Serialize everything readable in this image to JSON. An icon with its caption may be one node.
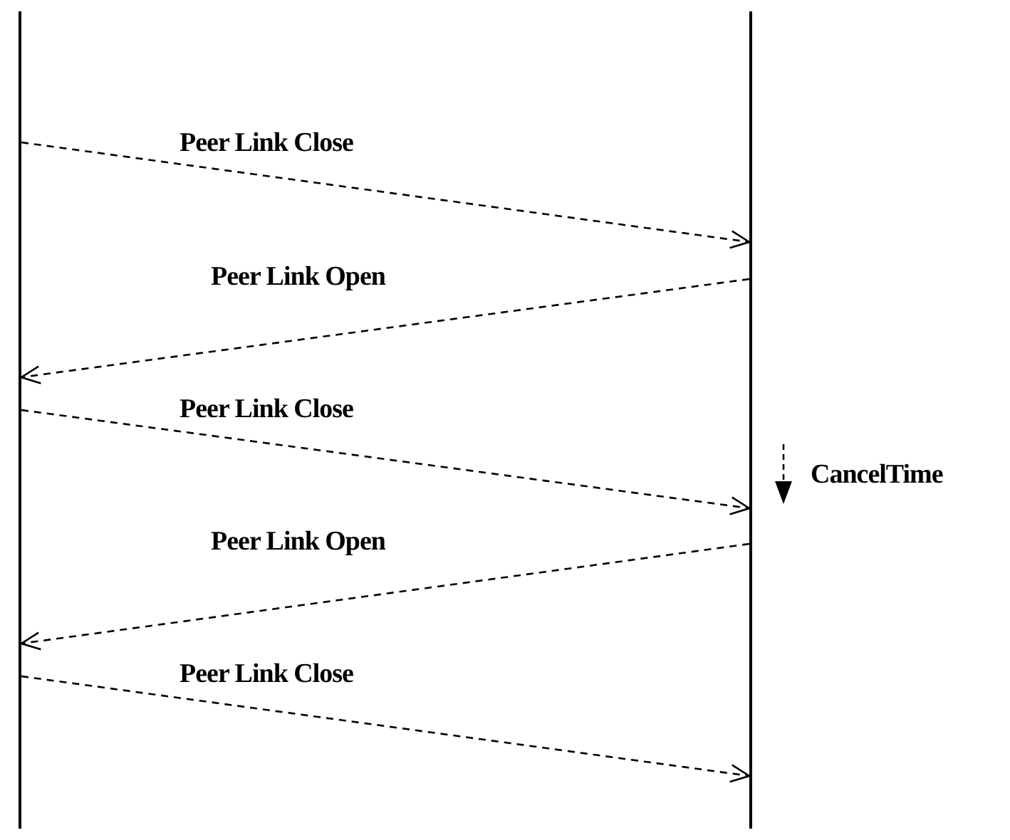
{
  "diagram": {
    "nodes": [
      {
        "text": [],
        "shape": "bar"
      },
      {
        "text": [],
        "shape": "bar"
      }
    ],
    "edges": [
      {
        "from": 0,
        "to": 1,
        "arrow": "to",
        "style": "dashed",
        "label": "Peer Link Close"
      },
      {
        "from": 1,
        "to": 0,
        "arrow": "to",
        "style": "dashed",
        "label": "Peer Link Open"
      },
      {
        "from": 0,
        "to": 1,
        "arrow": "to",
        "style": "dashed",
        "label": "Peer Link Close"
      },
      {
        "from": 1,
        "to": 0,
        "arrow": "to",
        "style": "dashed",
        "label": "Peer Link Open"
      },
      {
        "from": 0,
        "to": 1,
        "arrow": "to",
        "style": "dashed",
        "label": "Peer Link Close"
      }
    ],
    "labels": [
      "CancelTime"
    ]
  }
}
